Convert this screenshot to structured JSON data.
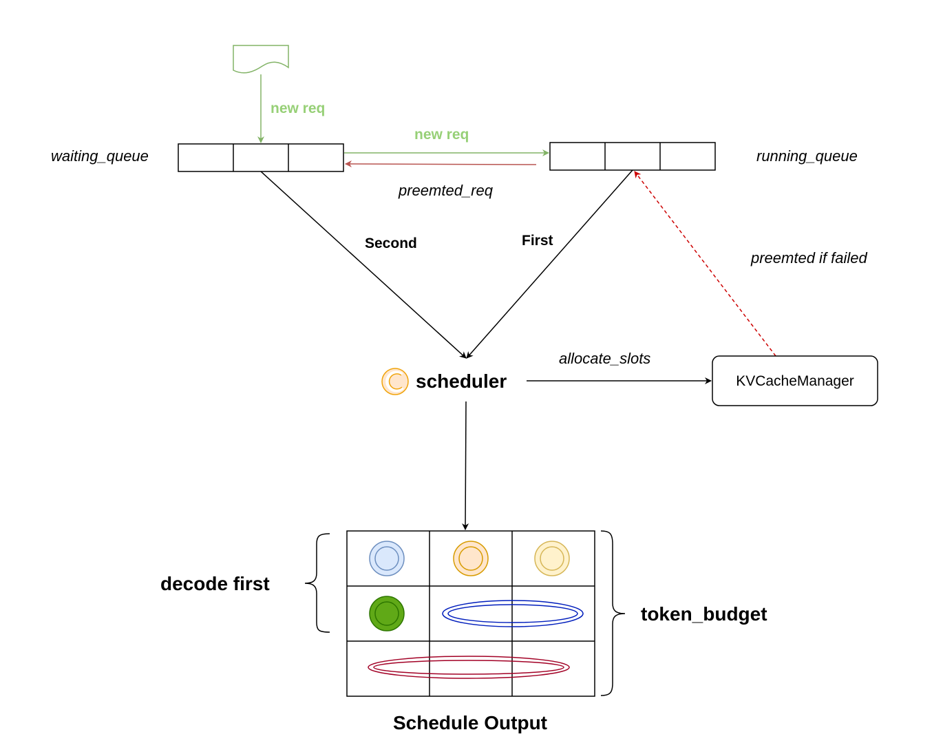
{
  "labels": {
    "waiting_queue": "waiting_queue",
    "running_queue": "running_queue",
    "new_req_top": "new req",
    "new_req_mid": "new req",
    "preemted_req": "preemted_req",
    "second": "Second",
    "first": "First",
    "preemted_if_failed": "preemted if failed",
    "scheduler": "scheduler",
    "allocate_slots": "allocate_slots",
    "kvcache_manager": "KVCacheManager",
    "decode_first": "decode first",
    "token_budget": "token_budget",
    "schedule_output": "Schedule Output"
  },
  "colors": {
    "new_req_arrow": "#82B366",
    "new_req_text": "#97D077",
    "preempt_arrow": "#B85450",
    "preempt_dashed": "#CC0000",
    "scheduler_icon": "#F0A30A",
    "blue_token": "#6C8EBF",
    "orange_token": "#D79B00",
    "yellow_token": "#D6B656",
    "green_token": "#2D7600",
    "blue_ellipse": "#001DBC",
    "red_ellipse": "#A20025"
  },
  "icons": {
    "document": "document-icon",
    "scheduler": "scheduler-icon"
  }
}
